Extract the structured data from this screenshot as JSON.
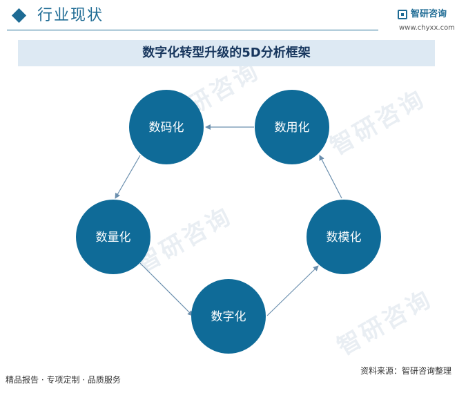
{
  "header": {
    "title": "行业现状",
    "logo": {
      "name": "智研咨询",
      "url": "www.chyxx.com"
    }
  },
  "diagram": {
    "title": "数字化转型升级的5D分析框架",
    "nodes": {
      "n1": "数码化",
      "n2": "数用化",
      "n3": "数量化",
      "n4": "数模化",
      "n5": "数字化"
    },
    "colors": {
      "node_fill": "#0f6b98",
      "arrow": "#6b8fae",
      "title_band": "#dde9f3"
    }
  },
  "footer": {
    "left": "精品报告 · 专项定制 · 品质服务",
    "source": "资料来源：智研咨询整理"
  },
  "watermark_text": "智研咨询"
}
